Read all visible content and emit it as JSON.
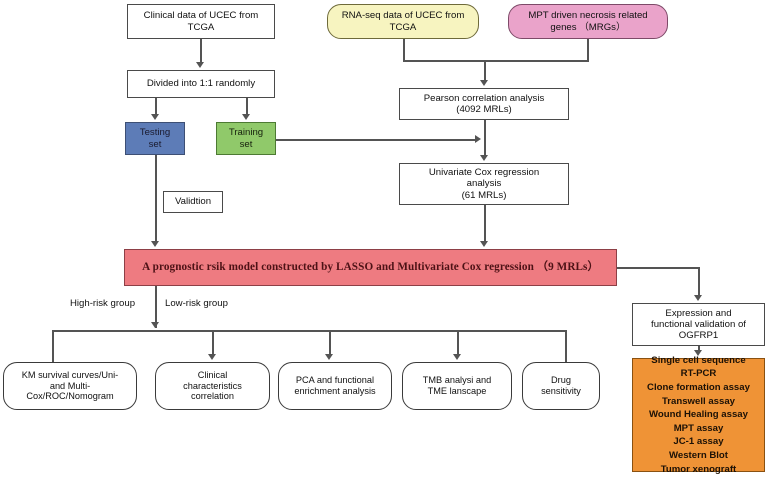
{
  "figure": {
    "type": "flowchart",
    "title": "Prognostic MRL risk model study workflow"
  },
  "nodes": {
    "clinical_data": "Clinical data of UCEC from\nTCGA",
    "rnaseq_data": "RNA-seq data of UCEC from\nTCGA",
    "mrgs": "MPT driven necrosis related\ngenes （MRGs）",
    "divided": "Divided into 1:1 randomly",
    "pearson": "Pearson correlation analysis\n(4092 MRLs)",
    "testing_set": "Testing\nset",
    "training_set": "Training\nset",
    "univariate_cox": "Univariate Cox regression\nanalysis\n(61 MRLs)",
    "validation": "Validtion",
    "risk_model": "A prognostic rsik model constructed by LASSO and Multivariate Cox regression （9 MRLs）",
    "expression_validation": "Expression and\nfunctional validation of\nOGFRP1",
    "km_survival": "KM survival curves/Uni-\nand Multi-\nCox/ROC/Nomogram",
    "clinical_corr": "Clinical\ncharacteristics\ncorrelation",
    "pca_enrichment": "PCA and functional\nenrichment analysis",
    "tmb_tme": "TMB analysi and\nTME lanscape",
    "drug_sensitivity": "Drug\nsensitivity"
  },
  "labels": {
    "high_risk": "High-risk group",
    "low_risk": "Low-risk group"
  },
  "experiments": {
    "items": [
      "Single cell sequence",
      "RT-PCR",
      "Clone formation assay",
      "Transwell assay",
      "Wound Healing assay",
      "MPT assay",
      "JC-1 assay",
      "Western Blot",
      "Tumor xenograft"
    ]
  },
  "colors": {
    "yellow": "#f7f4c0",
    "pink": "#eaa3ca",
    "blue": "#5d7cb7",
    "green": "#90c96a",
    "red": "#ee7b81",
    "orange": "#ef9336",
    "line": "#545454",
    "white": "#ffffff"
  }
}
